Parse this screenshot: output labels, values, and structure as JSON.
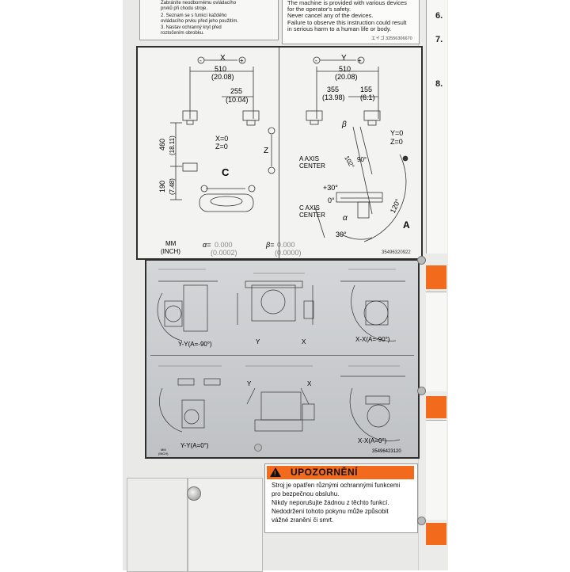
{
  "top_labels": {
    "czech_left": [
      "Zabráníte neodbornému ovládacího",
      "prvků při chodu stroje.",
      "2. Seznam se s funkcí každého",
      "ovládacího prvku před jeho použitím.",
      "3. Nastav ochranný kryt před",
      "roztočením obrobku."
    ],
    "english_right": [
      "The machine is provided with various devices",
      "for the operator's safety.",
      "Never cancel any of the devices.",
      "Failure to observe this instruction could result",
      "in serious harm to a human life or body."
    ],
    "part_number_top": "エイゴ 32556306670",
    "side_numbers": [
      "6.",
      "7.",
      "8."
    ]
  },
  "upper_plate": {
    "left": {
      "axis_label": "X",
      "minus": "-",
      "plus": "+",
      "dim_510": "510",
      "dim_510_in": "(20.08)",
      "dim_255": "255",
      "dim_255_in": "(10.04)",
      "x0": "X=0",
      "z0": "Z=0",
      "z_label": "Z",
      "dim_460": "460",
      "dim_460_in": "(18.11)",
      "dim_190": "190",
      "dim_190_in": "(7.48)",
      "c_label": "C"
    },
    "right": {
      "axis_label": "Y",
      "minus": "-",
      "plus": "+",
      "dim_510": "510",
      "dim_510_in": "(20.08)",
      "dim_355": "355",
      "dim_355_in": "(13.98)",
      "dim_155": "155",
      "dim_155_in": "(6.1)",
      "y0": "Y=0",
      "z0": "Z=0",
      "beta": "β",
      "a_axis_center": "A AXIS CENTER",
      "c_axis_center": "C AXIS CENTER",
      "ang_102": "102°",
      "ang_90": "90°",
      "ang_p30": "+30°",
      "ang_0": "0°",
      "ang_alpha": "α",
      "ang_120": "120°",
      "ang_30": "30°",
      "a_label": "A"
    },
    "footer": {
      "mm": "MM",
      "inch": "(INCH)",
      "alpha_eq": "α=",
      "alpha_val": "0.000",
      "alpha_inch": "(0.0002)",
      "beta_eq": "β=",
      "beta_val": "0.000",
      "beta_inch": "(0.0000)",
      "part_no": "35496320922"
    }
  },
  "lower_plate": {
    "label_yy_m90": "Y-Y(A=-90°)",
    "label_xx_m90": "X-X(A=-90°)",
    "label_yy_0": "Y-Y(A=0°)",
    "label_xx_0": "X-X(A=0°)",
    "axis_y": "Y",
    "axis_x": "X",
    "part_no": "35496423120",
    "mm": "MM",
    "inch": "(INCH)"
  },
  "warning": {
    "title": "UPOZORNĚNÍ",
    "lines": [
      "Stroj je opatřen různými ochrannými funkcemi",
      "pro bezpečnou obsluhu.",
      "Nikdy neporušujte žádnou z těchto funkcí.",
      "Nedodržení tohoto pokynu může způsobit",
      "vážné zranění či smrt."
    ],
    "accent_color": "#f26a1b"
  },
  "colors": {
    "wall": "#e8e8e6",
    "plate_metal": "#c9cbcd",
    "plate_light": "#f2f2f0",
    "orange": "#f26a1b"
  }
}
